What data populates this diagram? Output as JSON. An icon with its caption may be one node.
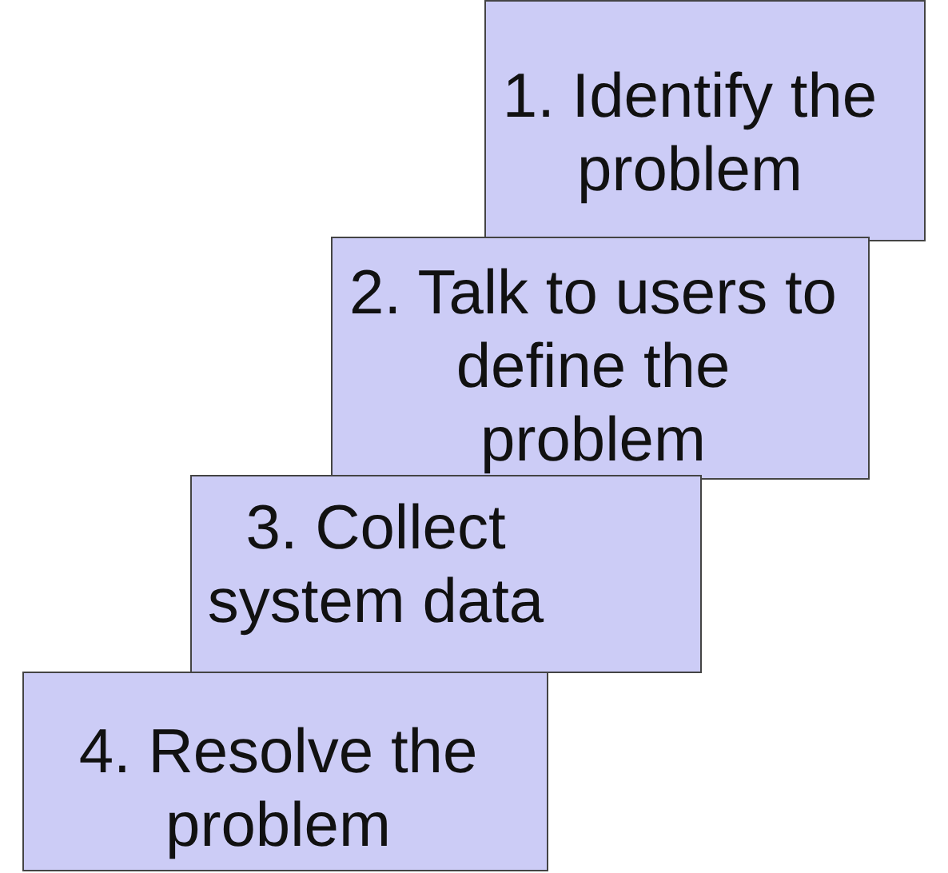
{
  "diagram": {
    "nodes": [
      {
        "text": [
          "1. Identify the problem"
        ]
      },
      {
        "text": [
          "2. Talk to users to define the problem"
        ]
      },
      {
        "text": [
          "3. Collect system data"
        ]
      },
      {
        "text": [
          "4. Resolve the problem"
        ]
      }
    ]
  }
}
